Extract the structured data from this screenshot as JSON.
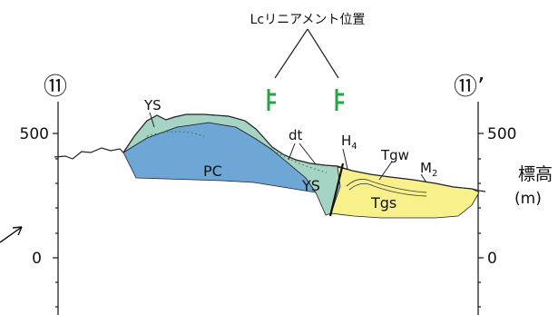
{
  "title": "Lcリニアメント位置",
  "section": {
    "left_label": "⑪",
    "right_label": "⑪’"
  },
  "left_axis": {
    "ticks": [
      "500",
      "0"
    ]
  },
  "right_axis": {
    "ticks": [
      "500",
      "0"
    ],
    "label_line1": "標高",
    "label_line2": "(m)"
  },
  "units": {
    "YS_upper": "YS",
    "PC": "PC",
    "dt": "dt",
    "YS_lower": "YS",
    "H4": "H",
    "H4_sub": "4",
    "Tgw": "Tgw",
    "M2": "M",
    "M2_sub": "2",
    "Tgs": "Tgs"
  },
  "colors": {
    "PC": "#6ea6d6",
    "YS": "#a6d4c4",
    "Tgs": "#f8f08a",
    "lineament_marker": "#27a347",
    "line": "#222222"
  },
  "icons": [
    "lineament-marker-icon",
    "arrow-icon"
  ]
}
